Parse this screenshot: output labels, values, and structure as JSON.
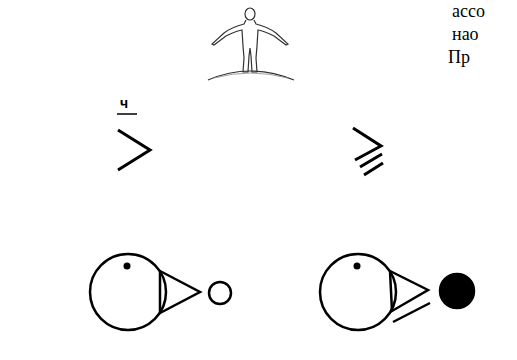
{
  "diagram": {
    "labels": [
      "ассо",
      "нао",
      "Пр",
      "ч"
    ]
  }
}
